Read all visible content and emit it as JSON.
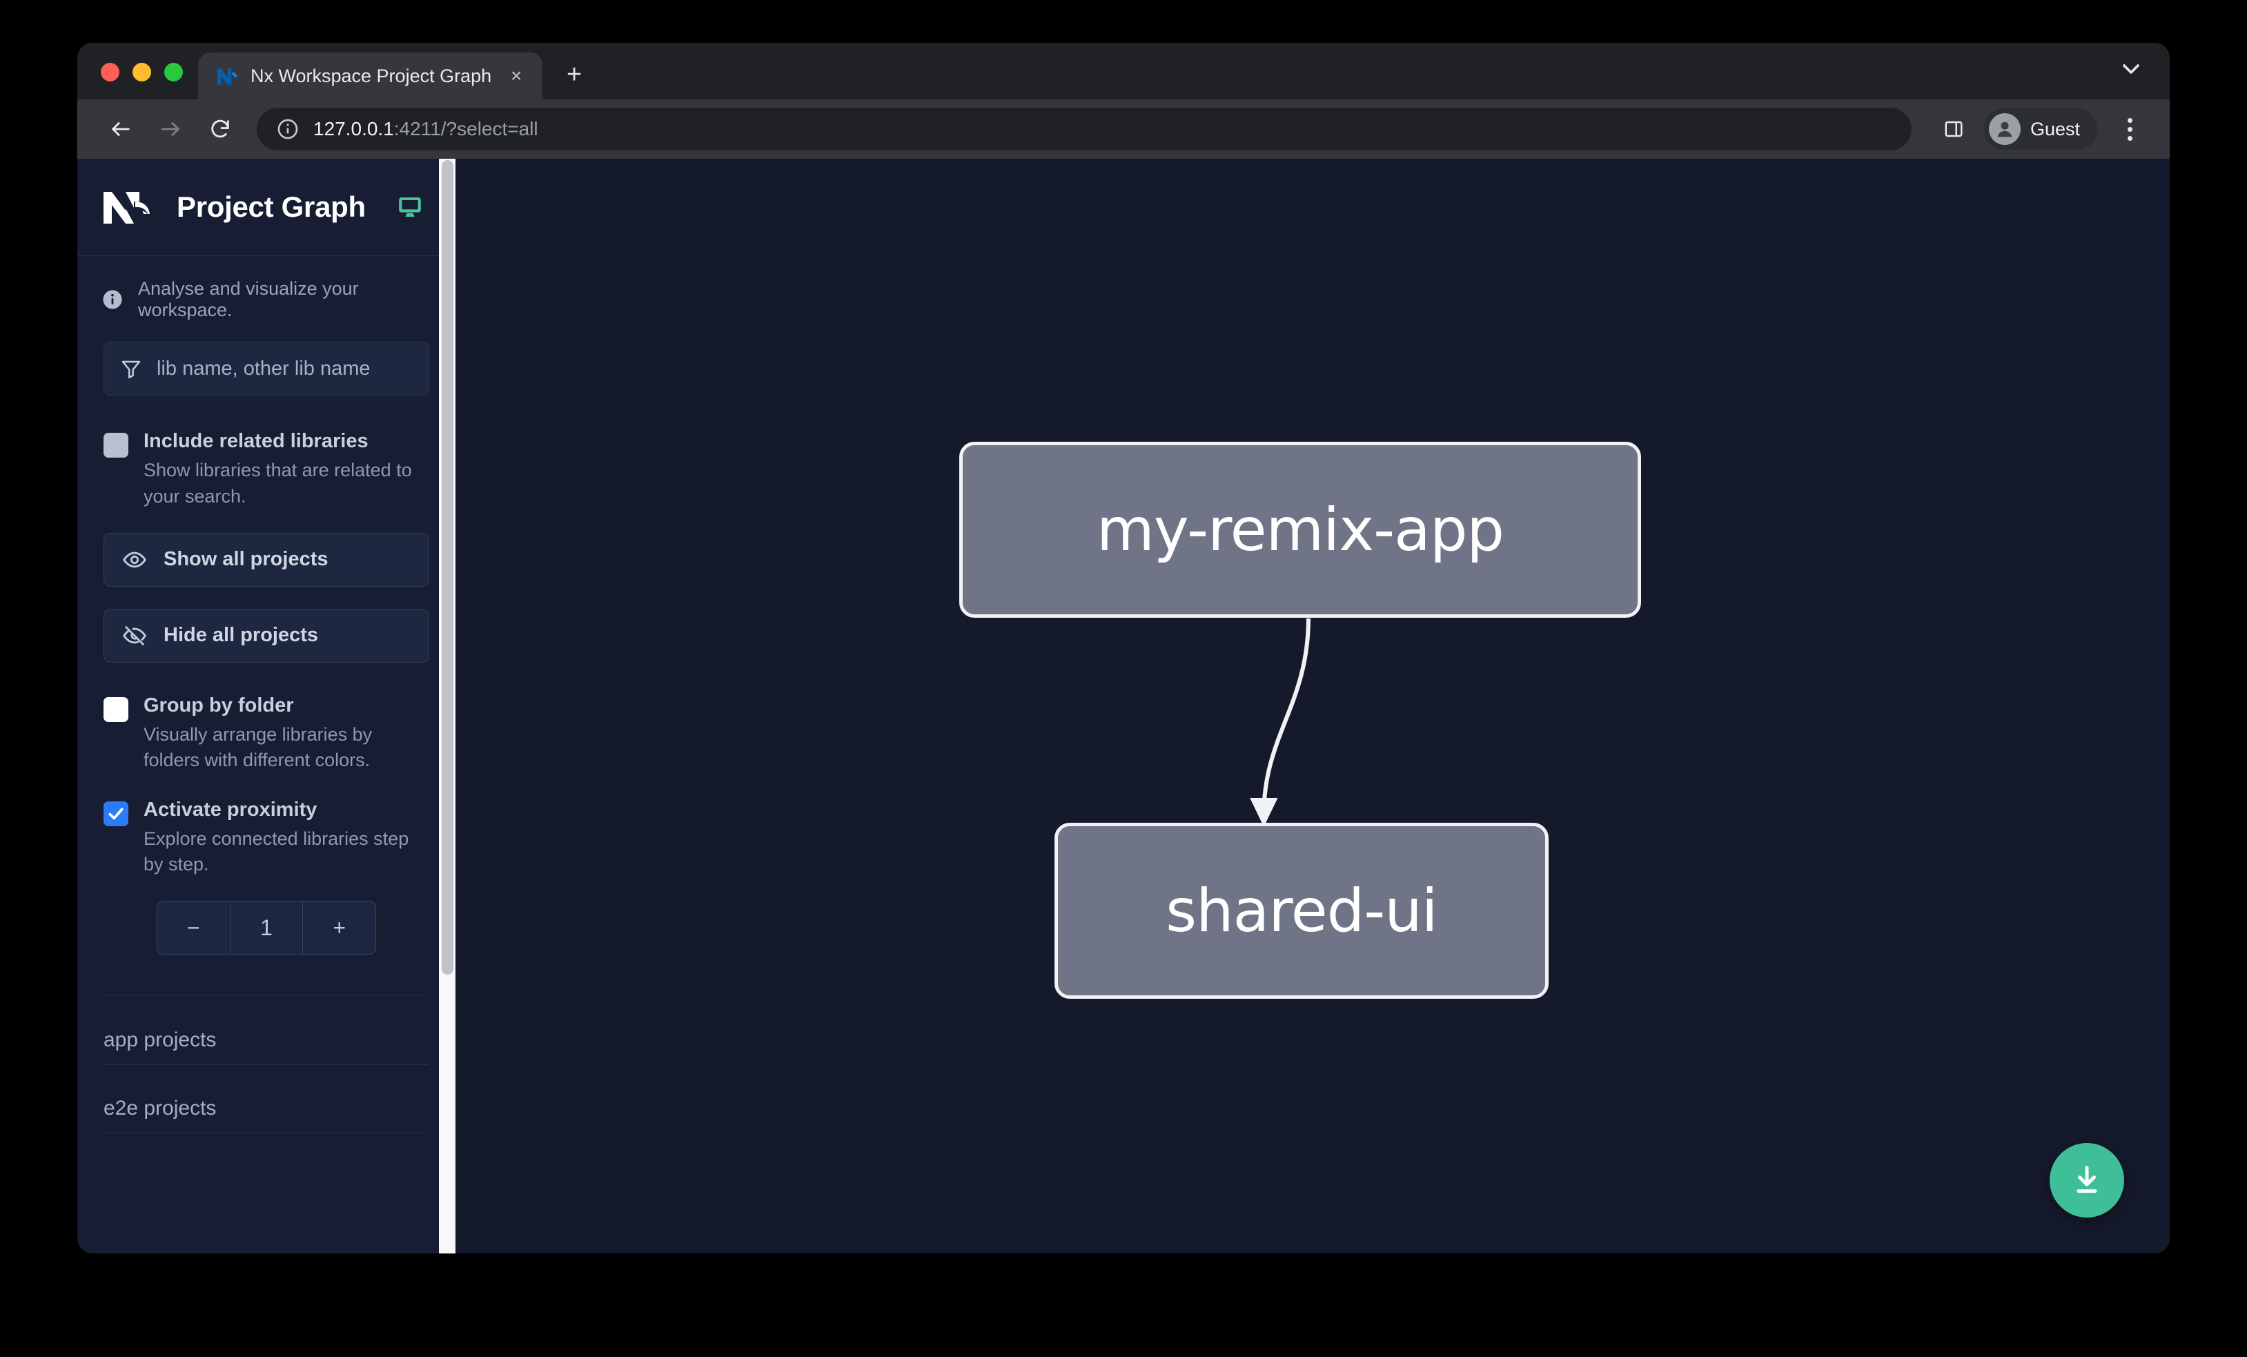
{
  "browser": {
    "tab": {
      "title": "Nx Workspace Project Graph",
      "favicon": "nx-favicon-icon",
      "close": "×"
    },
    "new_tab_label": "+",
    "tab_list_chevron": "chevron-down-icon",
    "toolbar": {
      "back": "back-arrow-icon",
      "forward": "forward-arrow-icon",
      "reload": "reload-icon",
      "url_host": "127.0.0.1",
      "url_rest": ":4211/?select=all",
      "site_info": "info-circle-icon",
      "side_panel": "side-panel-icon",
      "profile_name": "Guest",
      "menu": "kebab-menu-icon"
    }
  },
  "sidebar": {
    "title": "Project Graph",
    "logo": "nx-logo",
    "display_icon": "monitor-icon",
    "note": "Analyse and visualize your workspace.",
    "filter": {
      "icon": "funnel-icon",
      "placeholder": "lib name, other lib name",
      "value": ""
    },
    "options": [
      {
        "label": "Include related libraries",
        "desc": "Show libraries that are related to your search.",
        "checked": false,
        "state": "disabled"
      },
      {
        "label": "Group by folder",
        "desc": "Visually arrange libraries by folders with different colors.",
        "checked": false,
        "state": "enabled"
      },
      {
        "label": "Activate proximity",
        "desc": "Explore connected libraries step by step.",
        "checked": true,
        "state": "enabled"
      }
    ],
    "buttons": [
      {
        "label": "Show all projects",
        "icon": "eye-icon"
      },
      {
        "label": "Hide all projects",
        "icon": "eye-off-icon"
      }
    ],
    "stepper": {
      "decrement": "−",
      "value": "1",
      "increment": "+"
    },
    "sections": [
      {
        "label": "app projects"
      },
      {
        "label": "e2e projects"
      }
    ]
  },
  "graph": {
    "nodes": [
      {
        "id": "my-remix-app",
        "label": "my-remix-app",
        "type": "app"
      },
      {
        "id": "shared-ui",
        "label": "shared-ui",
        "type": "lib"
      }
    ],
    "edges": [
      {
        "from": "my-remix-app",
        "to": "shared-ui"
      }
    ],
    "download_button": {
      "icon": "download-icon"
    }
  },
  "colors": {
    "graph_background": "#15192c",
    "sidebar_background": "#171e33",
    "node_fill": "#6f7487",
    "node_border": "#f1f2f6",
    "accent_green": "#3fbf98",
    "checkbox_checked": "#2a7cf7"
  }
}
